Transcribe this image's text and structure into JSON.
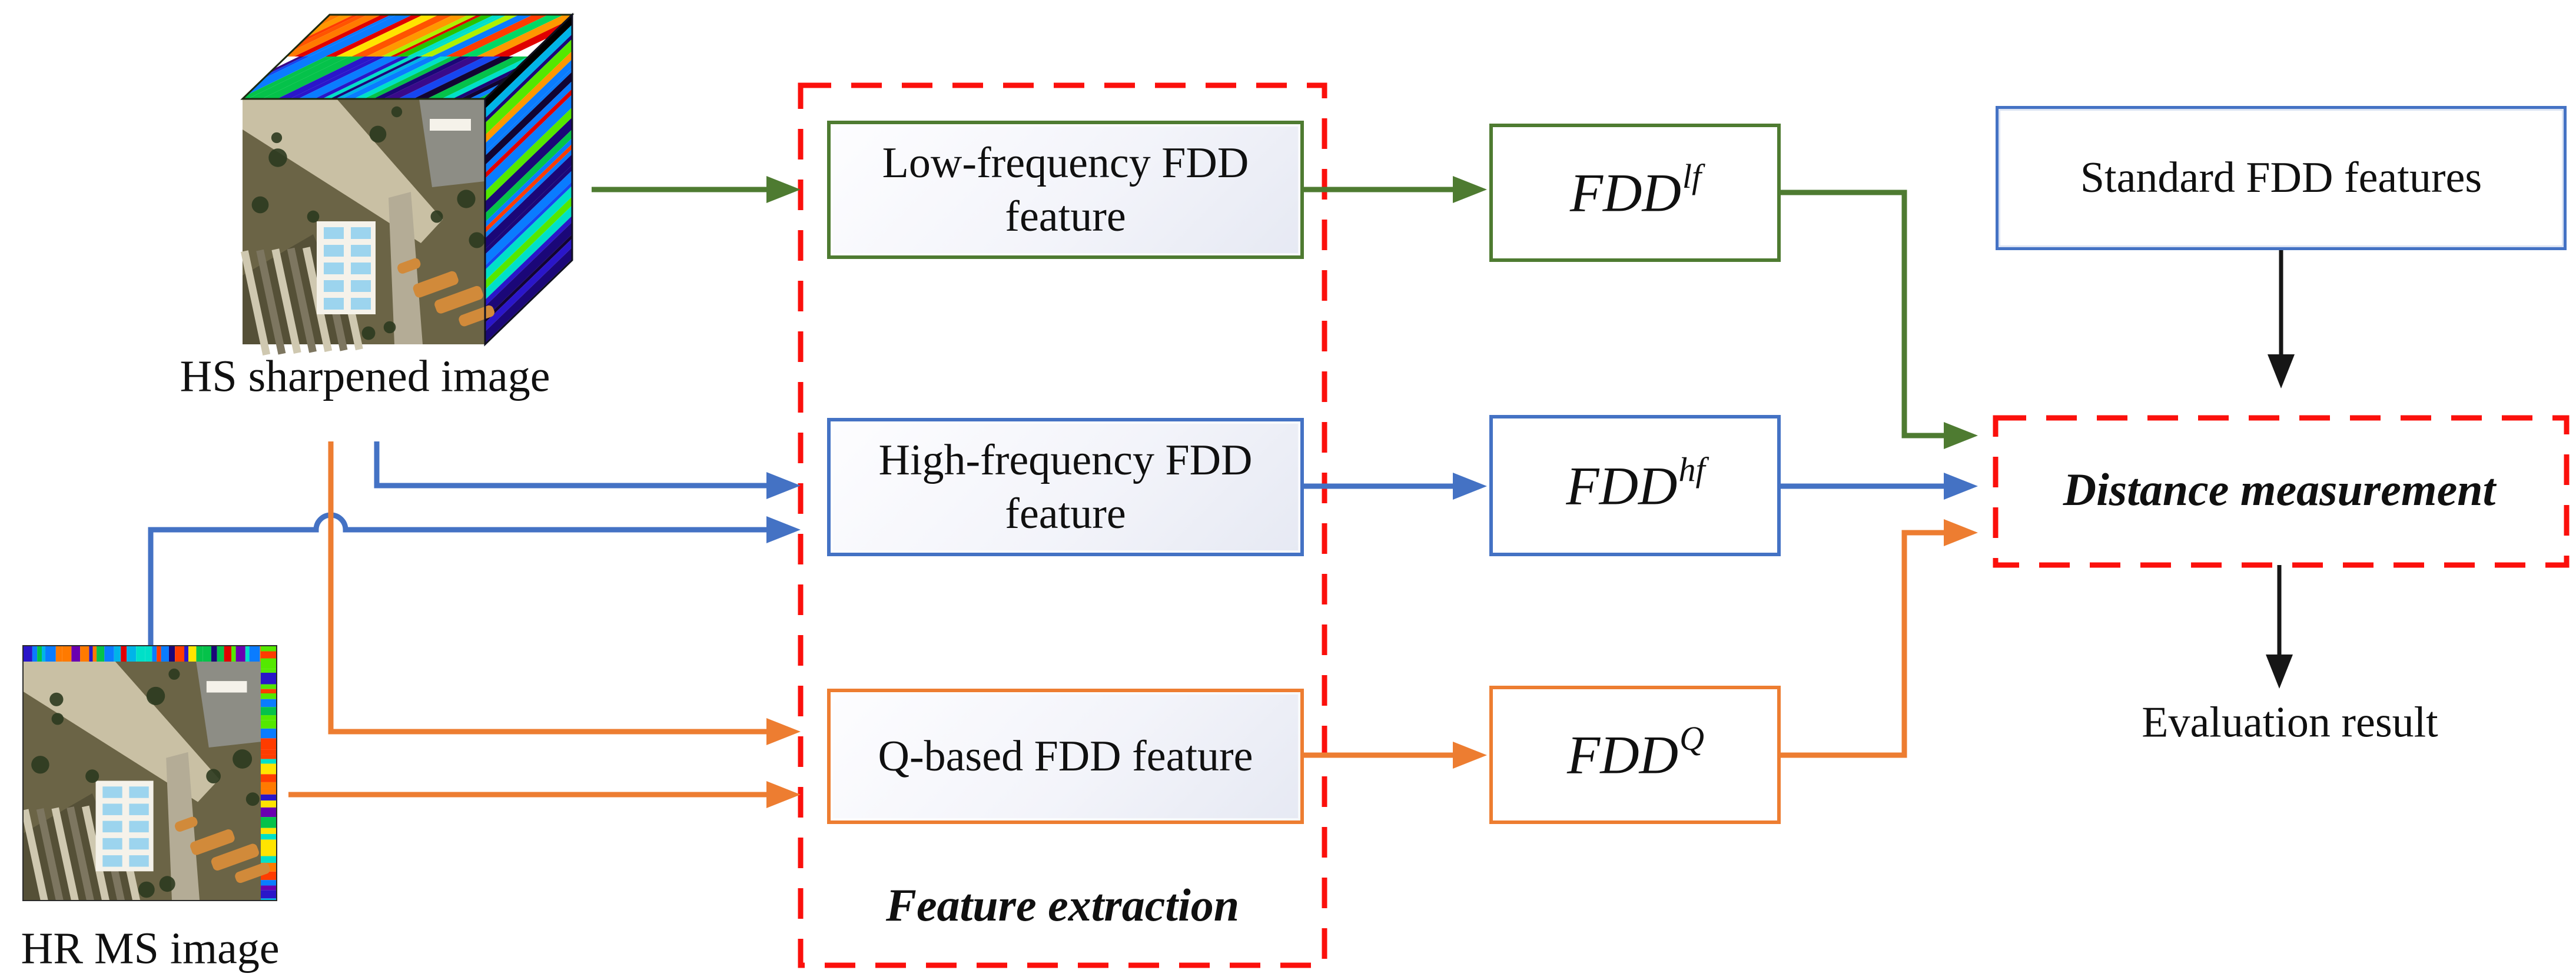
{
  "figure": {
    "sources": [
      {
        "id": "hs",
        "caption": "HS sharpened image"
      },
      {
        "id": "hr",
        "caption": "HR MS image"
      }
    ],
    "feature_extraction": {
      "label": "Feature extraction",
      "boxes": [
        {
          "label": "Low-frequency FDD feature",
          "color_key": "green"
        },
        {
          "label": "High-frequency FDD feature",
          "color_key": "blue"
        },
        {
          "label": "Q-based FDD feature",
          "color_key": "orange"
        }
      ]
    },
    "fdd_outputs": [
      {
        "base": "FDD",
        "sup": "lf",
        "color_key": "green"
      },
      {
        "base": "FDD",
        "sup": "hf",
        "color_key": "blue"
      },
      {
        "base": "FDD",
        "sup": "Q",
        "color_key": "orange"
      }
    ],
    "standard": {
      "label": "Standard FDD features"
    },
    "distance": {
      "label": "Distance measurement"
    },
    "evaluation": {
      "label": "Evaluation result"
    }
  },
  "colors": {
    "green": "#4e7b31",
    "blue": "#4472c4",
    "orange": "#ed7d31",
    "red": "#fb100c",
    "ink": "#161616"
  },
  "palettes": {
    "rainbow_cool": [
      "#1b0778",
      "#2a16c9",
      "#1646f0",
      "#0a7cff",
      "#00b4e8",
      "#00e0c8",
      "#3a0a8a",
      "#120432",
      "#05c24a",
      "#54e800",
      "#000000",
      "#2a16c9",
      "#6a00b0",
      "#0a7cff"
    ],
    "rainbow_warm": [
      "#ffe400",
      "#ff9800",
      "#ff3c00",
      "#e00000",
      "#62e800",
      "#00d864",
      "#00e0c8",
      "#aef000",
      "#ff7a00",
      "#28c400",
      "#0a7cff",
      "#ff5400"
    ],
    "rainbow_mix": [
      "#2a16c9",
      "#00b4e8",
      "#05c24a",
      "#ffe400",
      "#ff7a00",
      "#e00000",
      "#1b0778",
      "#54e800",
      "#0a7cff",
      "#6a00b0",
      "#00e0c8",
      "#ff3c00"
    ],
    "satellite": {
      "base": "#6b6446",
      "road": "#c9c0a4",
      "road2": "#b4ac96",
      "gray_roof": "#8d8d85",
      "white_roof": "#f5f2ea",
      "blue_tile": "#9cd4ee",
      "orange_roof": "#d18a3a",
      "tree": "#2c3a1f",
      "shadow": "#43402c",
      "strip_light": "#cfc8b0",
      "strip_dark": "#7d7660"
    }
  }
}
